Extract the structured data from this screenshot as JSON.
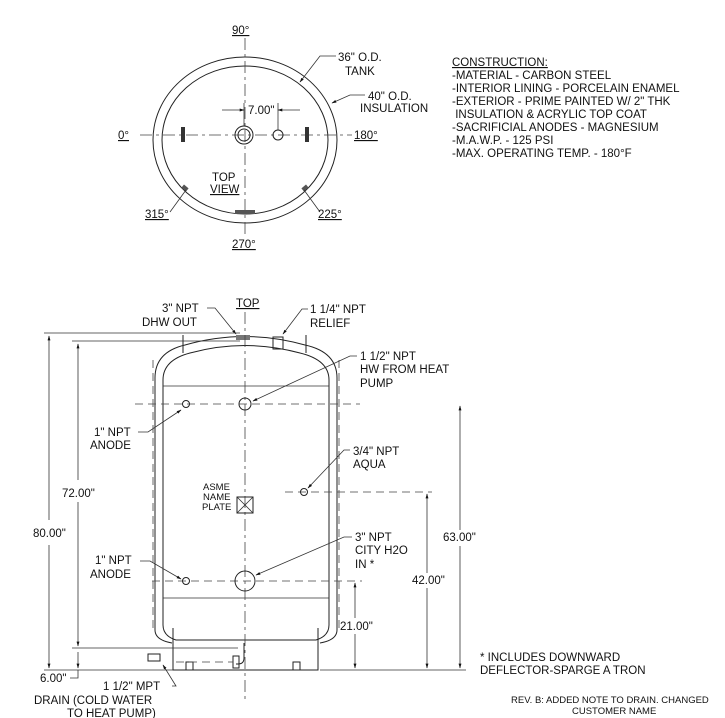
{
  "top_view": {
    "angle_90": "90°",
    "angle_0": "0°",
    "angle_180": "180°",
    "angle_270": "270°",
    "angle_315": "315°",
    "angle_225": "225°",
    "tank_label": [
      "36\" O.D.",
      "TANK"
    ],
    "insulation_label": [
      "40\" O.D.",
      "INSULATION"
    ],
    "dim_7": "7.00\"",
    "view_label": [
      "TOP",
      "VIEW"
    ]
  },
  "construction": {
    "title": "CONSTRUCTION:",
    "lines": [
      "-MATERIAL - CARBON STEEL",
      "-INTERIOR LINING - PORCELAIN ENAMEL",
      "-EXTERIOR - PRIME PAINTED W/ 2\" THK",
      " INSULATION & ACRYLIC TOP COAT",
      "-SACRIFICIAL ANODES - MAGNESIUM",
      "-M.A.W.P. - 125 PSI",
      "-MAX. OPERATING TEMP. - 180°F"
    ]
  },
  "side_view": {
    "top_label": "TOP",
    "dhw_out": [
      "3\" NPT",
      "DHW OUT"
    ],
    "relief": [
      "1 1/4\" NPT",
      "RELIEF"
    ],
    "hw_from_hp": [
      "1 1/2\" NPT",
      "HW FROM HEAT",
      "PUMP"
    ],
    "anode_upper": [
      "1\" NPT",
      "ANODE"
    ],
    "aqua": [
      "3/4\" NPT",
      "AQUA"
    ],
    "nameplate": [
      "ASME",
      "NAME",
      "PLATE"
    ],
    "anode_lower": [
      "1\" NPT",
      "ANODE"
    ],
    "city_in": [
      "3\" NPT",
      "CITY H2O",
      "IN *"
    ],
    "drain": [
      "1 1/2\" MPT",
      "DRAIN (COLD WATER",
      "TO HEAT PUMP)"
    ],
    "dims": {
      "d80": "80.00\"",
      "d72": "72.00\"",
      "d6": "6.00\"",
      "d63": "63.00\"",
      "d42": "42.00\"",
      "d21": "21.00\""
    }
  },
  "notes": {
    "footnote": [
      "* INCLUDES DOWNWARD",
      "DEFLECTOR-SPARGE A TRON"
    ],
    "revision": [
      "REV. B: ADDED NOTE TO DRAIN. CHANGED",
      "CUSTOMER NAME"
    ]
  }
}
